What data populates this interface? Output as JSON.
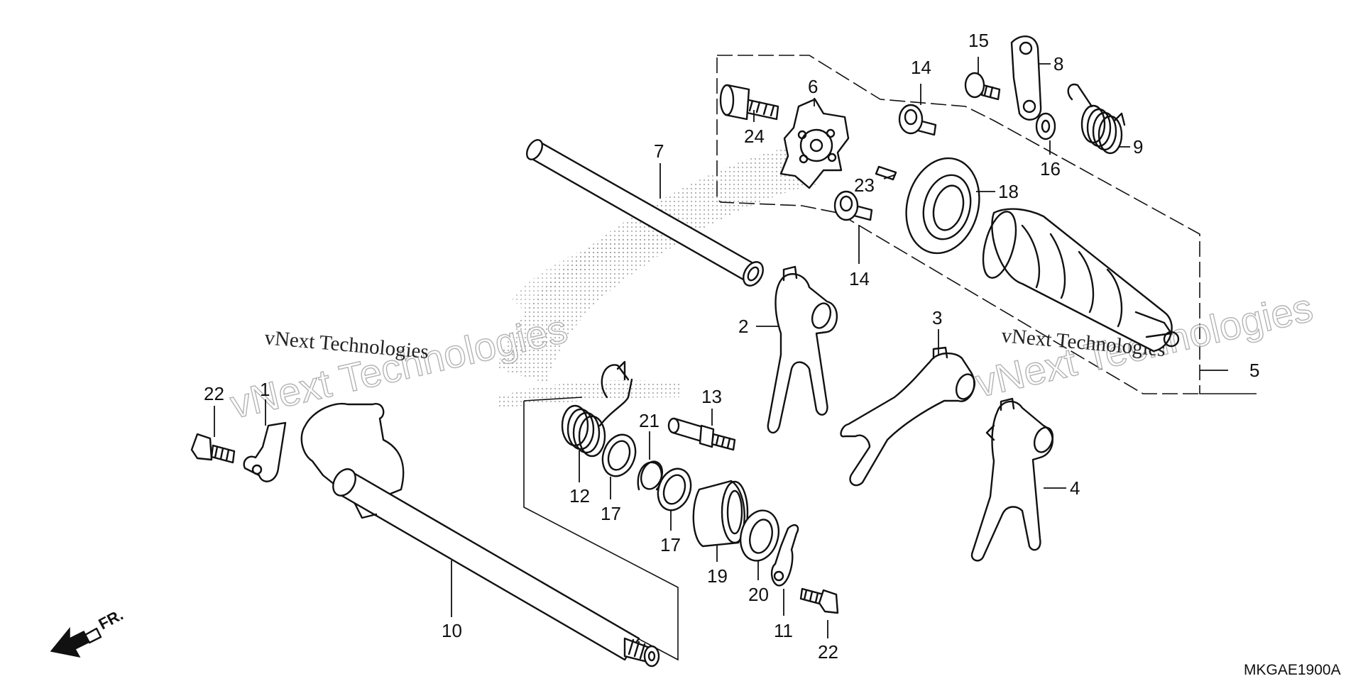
{
  "diagram": {
    "drawing_code": "MKGAE1900A",
    "direction_label": "FR.",
    "watermarks": [
      {
        "small": "vNext Technologies",
        "large": "vNext Technologies"
      },
      {
        "small": "vNext Technologies",
        "large": "vNext Technologies"
      }
    ],
    "callouts": [
      {
        "id": "c1",
        "label": "1"
      },
      {
        "id": "c2",
        "label": "2"
      },
      {
        "id": "c3",
        "label": "3"
      },
      {
        "id": "c4",
        "label": "4"
      },
      {
        "id": "c5",
        "label": "5"
      },
      {
        "id": "c6",
        "label": "6"
      },
      {
        "id": "c7",
        "label": "7"
      },
      {
        "id": "c8",
        "label": "8"
      },
      {
        "id": "c9",
        "label": "9"
      },
      {
        "id": "c10",
        "label": "10"
      },
      {
        "id": "c11",
        "label": "11"
      },
      {
        "id": "c12",
        "label": "12"
      },
      {
        "id": "c13",
        "label": "13"
      },
      {
        "id": "c14a",
        "label": "14"
      },
      {
        "id": "c14b",
        "label": "14"
      },
      {
        "id": "c15",
        "label": "15"
      },
      {
        "id": "c16",
        "label": "16"
      },
      {
        "id": "c17a",
        "label": "17"
      },
      {
        "id": "c17b",
        "label": "17"
      },
      {
        "id": "c18",
        "label": "18"
      },
      {
        "id": "c19",
        "label": "19"
      },
      {
        "id": "c20",
        "label": "20"
      },
      {
        "id": "c21",
        "label": "21"
      },
      {
        "id": "c22a",
        "label": "22"
      },
      {
        "id": "c22b",
        "label": "22"
      },
      {
        "id": "c23",
        "label": "23"
      },
      {
        "id": "c24",
        "label": "24"
      }
    ]
  }
}
